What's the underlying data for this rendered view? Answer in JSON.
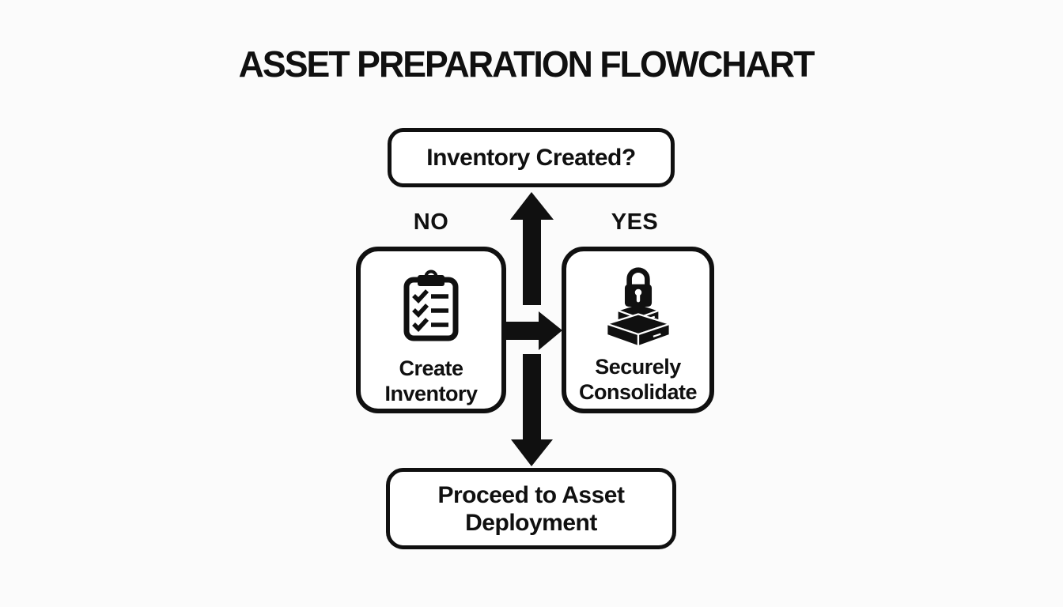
{
  "title": "ASSET PREPARATION FLOWCHART",
  "colors": {
    "ink": "#101010",
    "background": "#fbfbfb",
    "node_fill": "#ffffff"
  },
  "flowchart": {
    "decision": {
      "label": "Inventory Created?"
    },
    "branches": {
      "no": {
        "label": "NO"
      },
      "yes": {
        "label": "YES"
      }
    },
    "nodes": {
      "create_inventory": {
        "icon": "clipboard-checklist-icon",
        "label_lines": [
          "Create",
          "Inventory"
        ]
      },
      "securely_consolidate": {
        "icon": "locked-boxes-icon",
        "label_lines": [
          "Securely",
          "Consolidate"
        ]
      },
      "proceed_deployment": {
        "label_lines": [
          "Proceed to Asset",
          "Deployment"
        ]
      }
    },
    "arrows": [
      {
        "name": "up-to-decision",
        "direction": "up"
      },
      {
        "name": "right-to-securely-consolidate",
        "direction": "right"
      },
      {
        "name": "down-to-deployment",
        "direction": "down"
      }
    ]
  }
}
